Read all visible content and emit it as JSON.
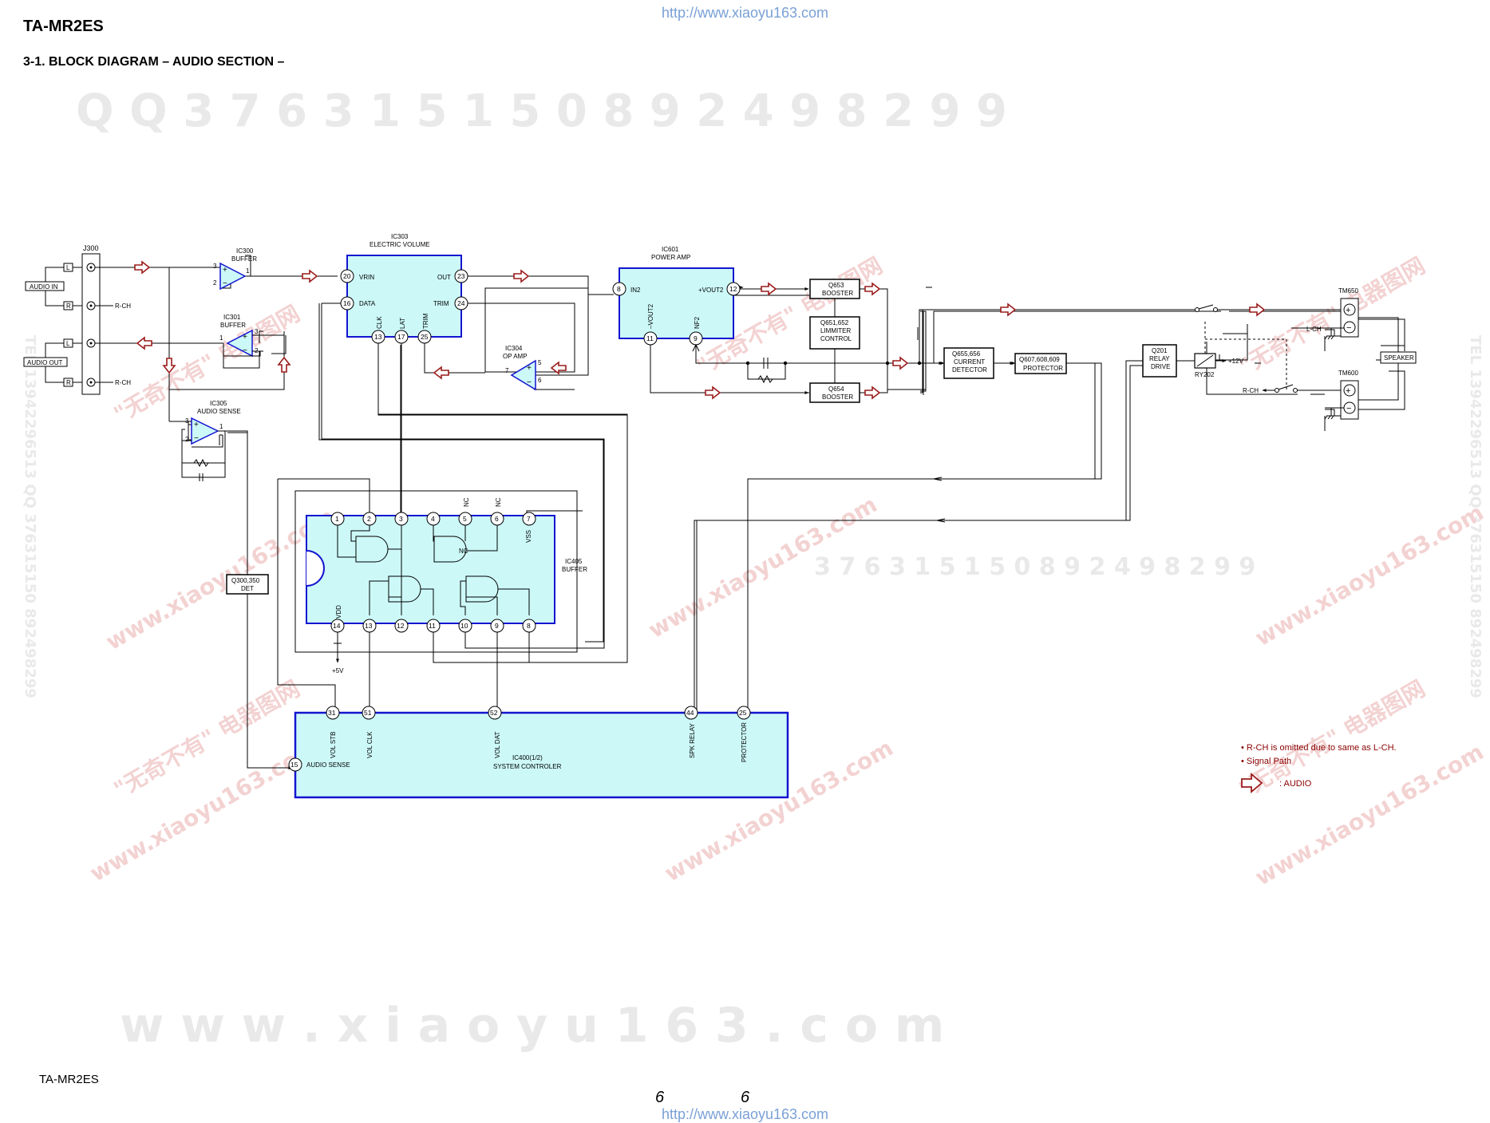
{
  "header": {
    "model": "TA-MR2ES",
    "section_title": "3-1.   BLOCK DIAGRAM – AUDIO SECTION –",
    "url": "http://www.xiaoyu163.com"
  },
  "footer": {
    "model": "TA-MR2ES",
    "page_left": "6",
    "page_right": "6",
    "url": "http://www.xiaoyu163.com"
  },
  "watermarks": {
    "top_numbers": "Q Q   3 7 6 3 1 5 1 5 0     8 9 2 4 9 8 2 9 9",
    "bottom_site": "w w w . x i a o y u 1 6 3 . c o m",
    "mid_numbers": "3 7 6 3 1 5 1 5 0   8 9 2 4 9 8 2 9 9",
    "diag_site": "www.xiaoyu163.com",
    "diag_cn": "\"无奇不有\" 电器图网",
    "side_text": "TEL 13942296513   QQ 376315150   892498299"
  },
  "colors": {
    "block_fill": "#ccf8f8",
    "block_border": "#1414d0",
    "signal_arrow": "#9b1b1b",
    "note_text": "#8b0000",
    "url_text": "#7aa0d6"
  },
  "jack": {
    "name": "J300",
    "audio_in": "AUDIO IN",
    "audio_out": "AUDIO OUT",
    "l": "L",
    "r": "R",
    "rch": "R-CH"
  },
  "blocks": {
    "ic300": {
      "ref": "IC300",
      "name": "BUFFER"
    },
    "ic301": {
      "ref": "IC301",
      "name": "BUFFER"
    },
    "ic305": {
      "ref": "IC305",
      "name": "AUDIO SENSE"
    },
    "ic303": {
      "ref": "IC303",
      "name": "ELECTRIC VOLUME",
      "vrin": "VRIN",
      "data": "DATA",
      "out": "OUT",
      "trim": "TRIM",
      "clk": "CLK",
      "lat": "LAT",
      "trim2": "TRIM"
    },
    "ic304": {
      "ref": "IC304",
      "name": "OP AMP"
    },
    "ic601": {
      "ref": "IC601",
      "name": "POWER AMP",
      "in2": "IN2",
      "vout2p": "+VOUT2",
      "vout2m": "–VOUT2",
      "nf2": "NF2"
    },
    "q653": {
      "line1": "Q653",
      "line2": "BOOSTER"
    },
    "q651": {
      "line1": "Q651,652",
      "line2": "LIMMITER",
      "line3": "CONTROL"
    },
    "q654": {
      "line1": "Q654",
      "line2": "BOOSTER"
    },
    "q655": {
      "line1": "Q655,656",
      "line2": "CURRENT",
      "line3": "DETECTOR"
    },
    "q607": {
      "line1": "Q607,608,609",
      "line2": "PROTECTOR"
    },
    "q201": {
      "line1": "Q201",
      "line2": "RELAY",
      "line3": "DRIVE"
    },
    "ry202": "RY202",
    "plus12v": "+12V",
    "tm650": "TM650",
    "tm600": "TM600",
    "lch": "L-CH",
    "rch": "R-CH",
    "speaker": "SPEAKER",
    "ic405": {
      "ref": "IC405",
      "name": "BUFFER",
      "vss": "VSS",
      "vdd": "VDD",
      "nc": "NC",
      "plus5v": "+5V"
    },
    "q300": {
      "line1": "Q300,350",
      "line2": "DET"
    },
    "ic400": {
      "ref": "IC400(1/2)",
      "name": "SYSTEM CONTROLER",
      "audio_sense": "AUDIO SENSE",
      "vol_stb": "VOL STB",
      "vol_clk": "VOL CLK",
      "vol_dat": "VOL DAT",
      "spk_relay": "SPK RELAY",
      "protector": "PROTECTOR"
    }
  },
  "pins": {
    "ic300": [
      "3",
      "2",
      "1"
    ],
    "ic301": [
      "3",
      "2",
      "1"
    ],
    "ic305": [
      "3",
      "2",
      "1"
    ],
    "ic303": [
      "20",
      "16",
      "23",
      "24",
      "13",
      "17",
      "25"
    ],
    "ic304": [
      "5",
      "7",
      "6"
    ],
    "ic601": [
      "8",
      "12",
      "11",
      "9"
    ],
    "ic405_top": [
      "1",
      "2",
      "3",
      "4",
      "5",
      "6",
      "7"
    ],
    "ic405_bottom": [
      "14",
      "13",
      "12",
      "11",
      "10",
      "9",
      "8"
    ],
    "ic400": [
      "31",
      "51",
      "52",
      "44",
      "25",
      "15"
    ]
  },
  "notes": {
    "note1": "• R-CH is omitted due to same as L-CH.",
    "note2": "• Signal Path",
    "legend": ": AUDIO"
  }
}
